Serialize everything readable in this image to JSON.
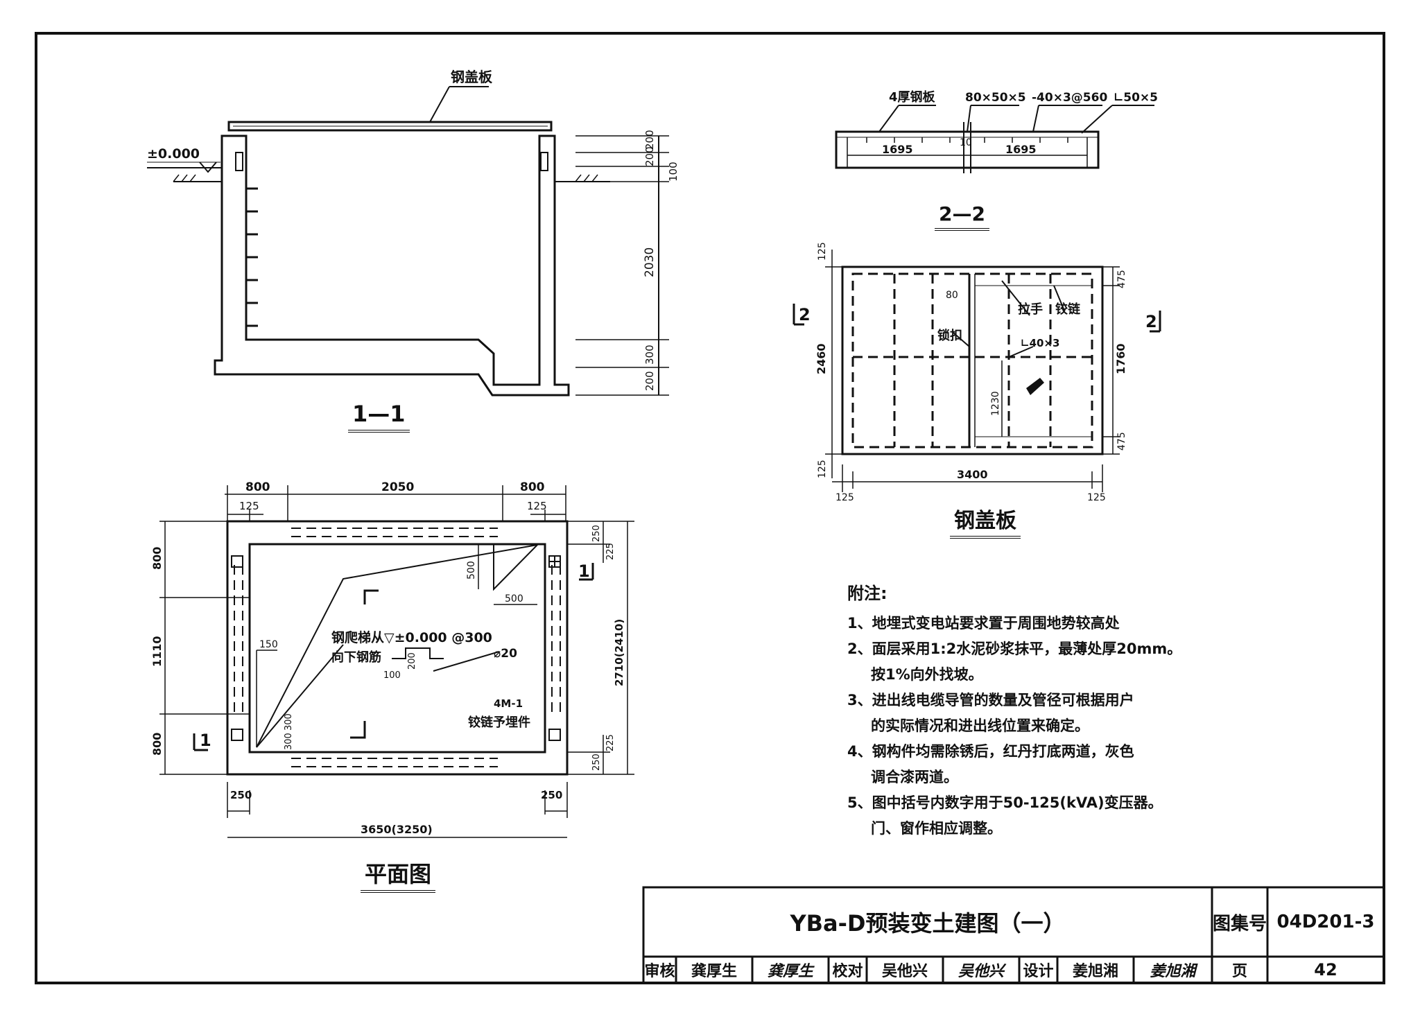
{
  "sheet": {
    "title": "YBa-D预装变土建图（一）",
    "atlas_label": "图集号",
    "atlas_no": "04D201-3",
    "page_label": "页",
    "page_no": "42",
    "review_label": "审核",
    "review_name": "龚厚生",
    "review_sign": "龚厚生",
    "check_label": "校对",
    "check_name": "吴他兴",
    "check_sign": "吴他兴",
    "design_label": "设计",
    "design_name": "姜旭湘",
    "design_sign": "姜旭湘"
  },
  "section_1_1": {
    "title": "1—1",
    "cover_label": "钢盖板",
    "level": "±0.000",
    "dims": [
      "200",
      "200",
      "100",
      "2030",
      "300",
      "200"
    ]
  },
  "plan": {
    "title": "平面图",
    "top_dims": [
      "800",
      "2050",
      "800"
    ],
    "edge_125_left": "125",
    "edge_125_right": "125",
    "left_dims": [
      "800",
      "1110",
      "800"
    ],
    "right_total": "2710(2410)",
    "right_250_top": "250",
    "right_225_top": "225",
    "right_250_bot": "250",
    "right_225_bot": "225",
    "dim_500_v": "500",
    "dim_500_h": "500",
    "dim_150": "150",
    "dim_300a": "300",
    "dim_300b": "300",
    "dim_100": "100",
    "dim_200": "200",
    "bottom_250_left": "250",
    "bottom_250_right": "250",
    "bottom_total": "3650(3250)",
    "ladder_note_1": "钢爬梯从▽±0.000 @300",
    "ladder_note_2": "向下钢筋",
    "rebar": "⌀20",
    "embed_1": "4M-1",
    "embed_2": "铰链予埋件",
    "section_mark": "1"
  },
  "section_2_2": {
    "title": "2—2",
    "label_plate": "4厚钢板",
    "label_angle1": "80×50×5",
    "label_flat": "-40×3@560",
    "label_angle2": "∟50×5",
    "dim_left": "1695",
    "dim_mid": "10",
    "dim_right": "1695"
  },
  "cover_plan": {
    "title": "钢盖板",
    "dim_125_top": "125",
    "dim_2460": "2460",
    "dim_125_bot": "125",
    "dim_475_top": "475",
    "dim_1760": "1760",
    "dim_475_bot": "475",
    "dim_3400": "3400",
    "dim_125_l": "125",
    "dim_125_r": "125",
    "dim_80": "80",
    "dim_1230": "1230",
    "label_handle": "拉手",
    "label_hinge": "铰链",
    "label_lock": "锁扣",
    "label_angle": "∟40×3",
    "section_mark": "2"
  },
  "notes": {
    "title": "附注:",
    "items": [
      "1、地埋式变电站要求置于周围地势较高处",
      "2、面层采用1:2水泥砂浆抹平，最薄处厚20mm。",
      "按1%向外找坡。",
      "3、进出线电缆导管的数量及管径可根据用户",
      "的实际情况和进出线位置来确定。",
      "4、钢构件均需除锈后，红丹打底两道，灰色",
      "调合漆两道。",
      "5、图中括号内数字用于50-125(kVA)变压器。",
      "门、窗作相应调整。"
    ]
  }
}
